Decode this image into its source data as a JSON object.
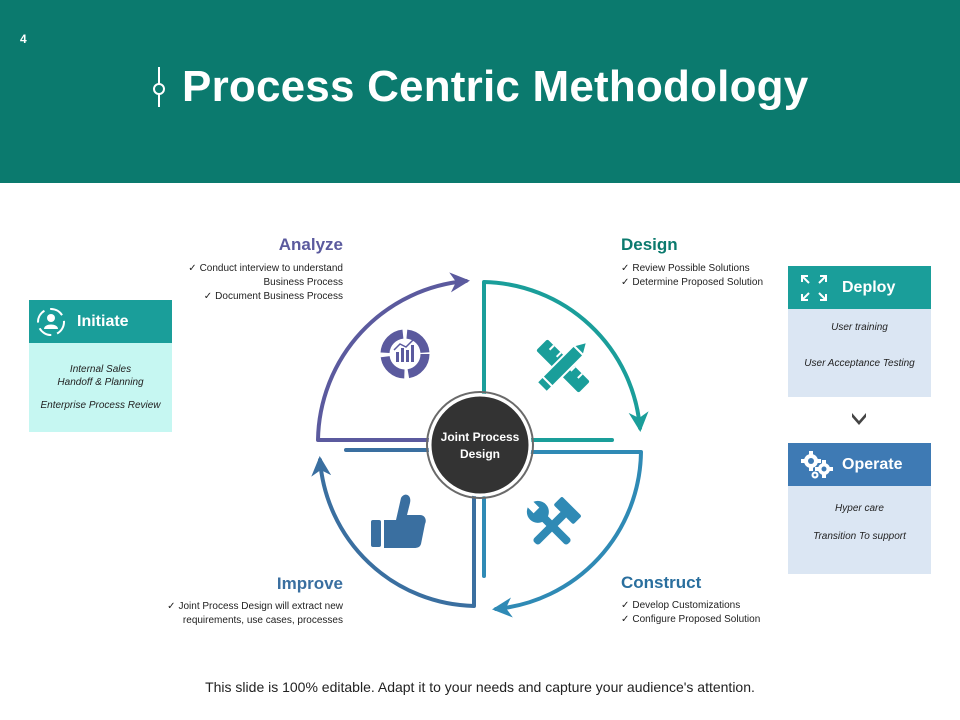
{
  "page_number": "4",
  "title": "Process Centric Methodology",
  "colors": {
    "header_bg": "#0b7a6e",
    "analyze": "#5b5a9e",
    "design": "#1a9e9a",
    "construct": "#2f8ab5",
    "improve": "#3a6fa0",
    "center": "#333333",
    "card_teal_head": "#1a9e9a",
    "card_teal_body": "#c6f7f2",
    "card_blue_head": "#3e7ab4",
    "card_blue_body": "#dbe6f3"
  },
  "center_label": "Joint Process Design",
  "stages": {
    "analyze": {
      "title": "Analyze",
      "icon": "chart-donut-icon",
      "bullets": [
        "Conduct interview to understand",
        "Business Process",
        "Document Business Process"
      ]
    },
    "design": {
      "title": "Design",
      "icon": "pencil-ruler-icon",
      "bullets": [
        "Review Possible Solutions",
        "Determine Proposed Solution"
      ]
    },
    "construct": {
      "title": "Construct",
      "icon": "tools-icon",
      "bullets": [
        "Develop Customizations",
        "Configure Proposed Solution"
      ]
    },
    "improve": {
      "title": "Improve",
      "icon": "thumbs-up-icon",
      "bullets": [
        "Joint Process Design will extract new",
        "requirements, use cases, processes"
      ]
    }
  },
  "cards": {
    "initiate": {
      "title": "Initiate",
      "icon": "user-cycle-icon",
      "items": [
        "Internal Sales",
        "Handoff & Planning",
        "Enterprise Process Review"
      ]
    },
    "deploy": {
      "title": "Deploy",
      "icon": "expand-icon",
      "items": [
        "User training",
        "User Acceptance Testing"
      ]
    },
    "operate": {
      "title": "Operate",
      "icon": "gears-icon",
      "items": [
        "Hyper care",
        "Transition To support"
      ]
    }
  },
  "footer": "This slide is 100% editable. Adapt it to your needs and capture your audience's attention."
}
